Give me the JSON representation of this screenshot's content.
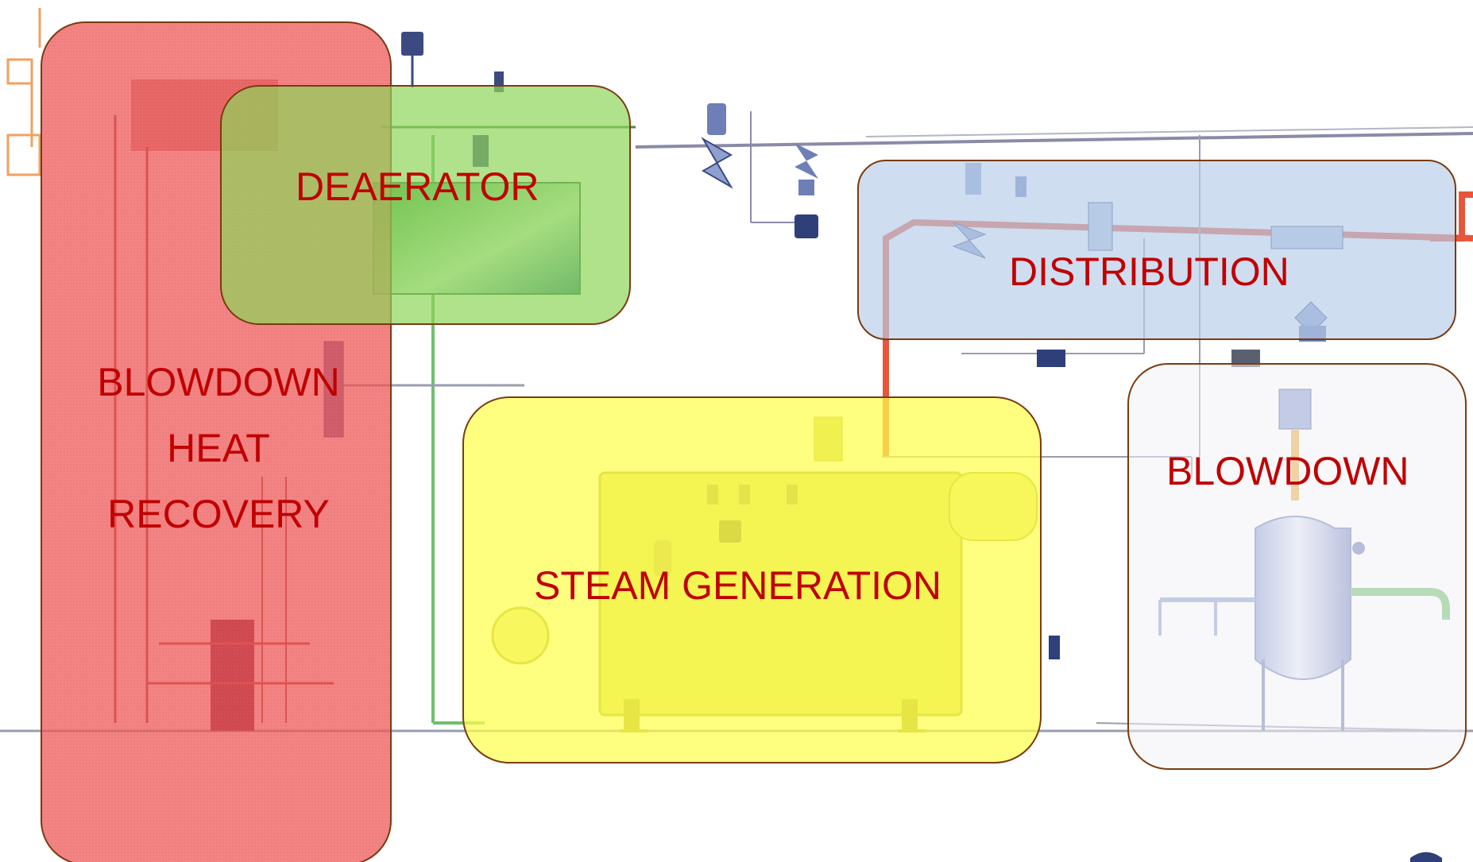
{
  "zones": {
    "deaerator": {
      "label": "DEAERATOR",
      "fill": "#8fd45a",
      "stroke": "#7a3b10"
    },
    "distribution": {
      "label": "DISTRIBUTION",
      "fill": "#b7cde8",
      "stroke": "#7a3b10"
    },
    "blowdown_heat_recovery": {
      "label_lines": [
        "BLOWDOWN",
        "HEAT",
        "RECOVERY"
      ],
      "fill": "#f05a5a",
      "stroke": "#7a3b10"
    },
    "steam_generation": {
      "label": "STEAM GENERATION",
      "fill": "#ffff4d",
      "stroke": "#7a3b10"
    },
    "blowdown": {
      "label": "BLOWDOWN",
      "fill": "#f3f3f6",
      "stroke": "#7a3b10"
    }
  },
  "colors": {
    "label_text": "#c00000",
    "steam_pipe": "#e8553a",
    "water_pipe": "#6fbf6f",
    "equipment_blue": "#6d7fb6",
    "drain_pipe": "#9a9cb0"
  }
}
